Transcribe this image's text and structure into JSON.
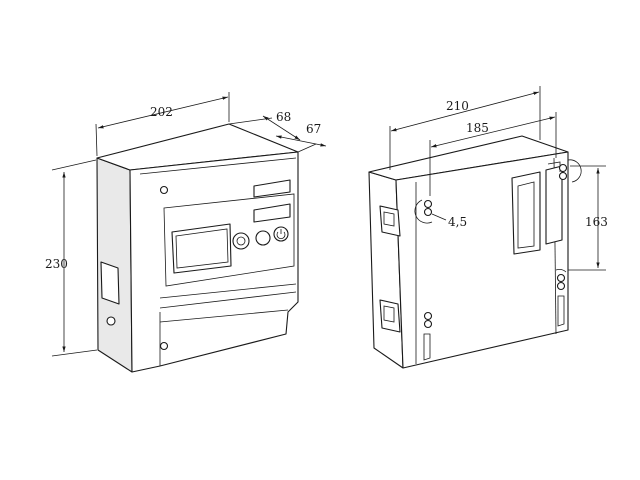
{
  "dimensions": {
    "front_width": "202",
    "front_depth_a": "68",
    "front_depth_b": "67",
    "height": "230",
    "rear_width_outer": "210",
    "rear_width_inner": "185",
    "rear_hole_spacing": "163",
    "hole_diameter": "4,5"
  }
}
